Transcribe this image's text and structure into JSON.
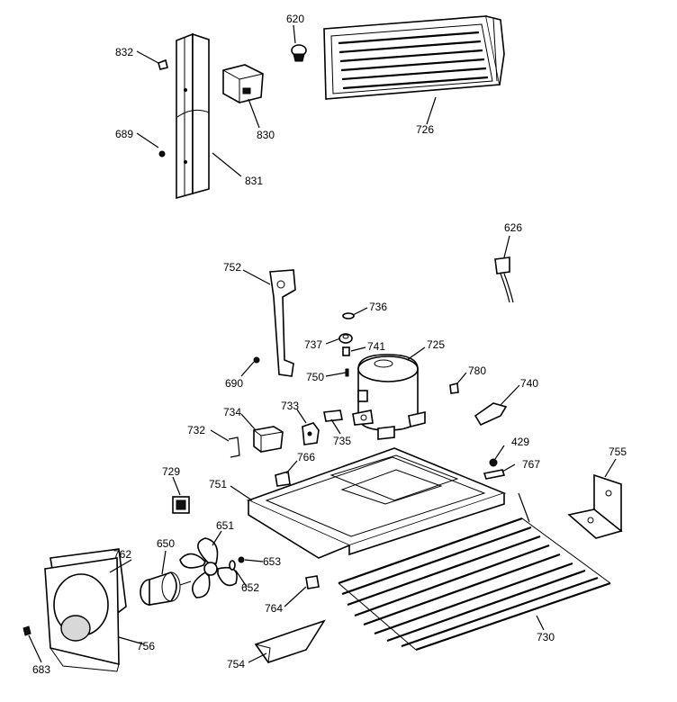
{
  "callouts": {
    "p832": "832",
    "p620": "620",
    "p689": "689",
    "p830": "830",
    "p831": "831",
    "p726": "726",
    "p626": "626",
    "p752": "752",
    "p736": "736",
    "p737": "737",
    "p741": "741",
    "p725": "725",
    "p750": "750",
    "p780": "780",
    "p740": "740",
    "p690": "690",
    "p733": "733",
    "p734": "734",
    "p732": "732",
    "p735": "735",
    "p429": "429",
    "p755": "755",
    "p766": "766",
    "p767": "767",
    "p729": "729",
    "p751": "751",
    "p651": "651",
    "p650": "650",
    "p653": "653",
    "p762": "762",
    "p652": "652",
    "p764": "764",
    "p730": "730",
    "p756": "756",
    "p683": "683",
    "p754": "754"
  }
}
